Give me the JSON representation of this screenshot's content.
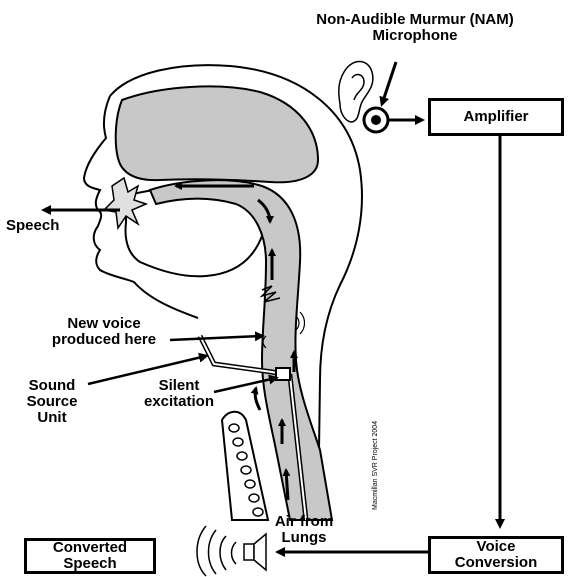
{
  "labels": {
    "nam_line1": "Non-Audible Murmur (NAM)",
    "nam_line2": "Microphone",
    "amplifier": "Amplifier",
    "speech": "Speech",
    "new_voice_line1": "New voice",
    "new_voice_line2": "produced here",
    "sound_source_line1": "Sound",
    "sound_source_line2": "Source",
    "sound_source_line3": "Unit",
    "silent_line1": "Silent",
    "silent_line2": "excitation",
    "air_line1": "Air from",
    "air_line2": "Lungs",
    "voice_conv_line1": "Voice",
    "voice_conv_line2": "Conversion",
    "converted_line1": "Converted",
    "converted_line2": "Speech",
    "credit": "Macmillan SVR Project 2004"
  },
  "icons": {
    "ear": "ear-icon",
    "microphone": "microphone-icon",
    "speaker": "speaker-icon",
    "sound_waves": "sound-waves-icon"
  },
  "colors": {
    "tract_fill": "#c8c8c8",
    "line": "#000000",
    "background": "#ffffff"
  }
}
